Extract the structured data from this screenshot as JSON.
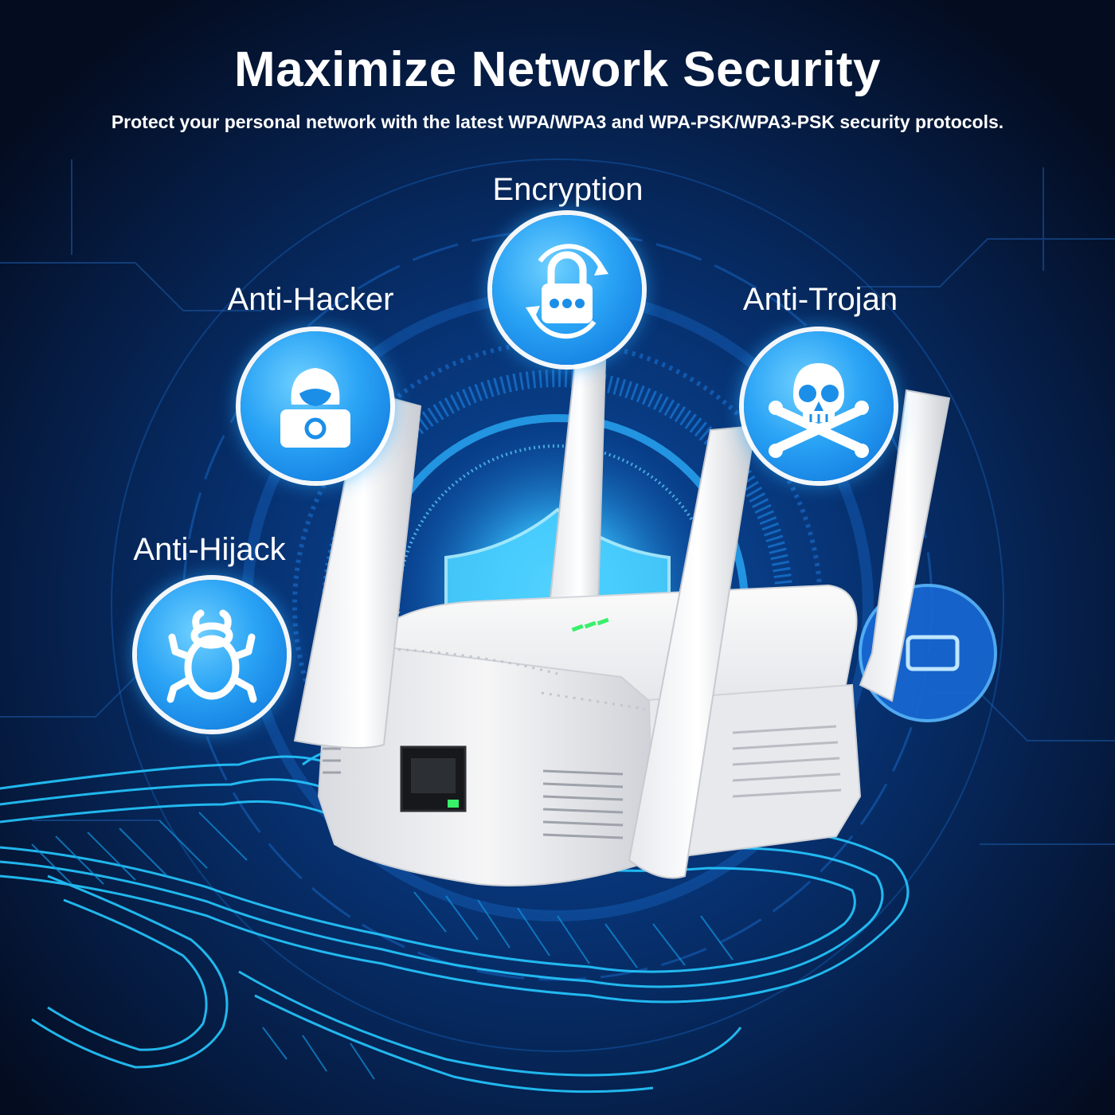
{
  "headline": "Maximize Network Security",
  "subline": "Protect your personal network with the latest WPA/WPA3 and WPA-PSK/WPA3-PSK security protocols.",
  "features": [
    {
      "label": "Encryption",
      "icon": "padlock-icon"
    },
    {
      "label": "Anti-Hacker",
      "icon": "hacker-laptop-icon"
    },
    {
      "label": "Anti-Trojan",
      "icon": "skull-crossbones-icon"
    },
    {
      "label": "Anti-Hijack",
      "icon": "bug-icon"
    }
  ],
  "colors": {
    "background": "#05122c",
    "accent": "#1fb6ff",
    "badge": "#2aa3f5",
    "text": "#ffffff",
    "led": "#37f06a"
  }
}
